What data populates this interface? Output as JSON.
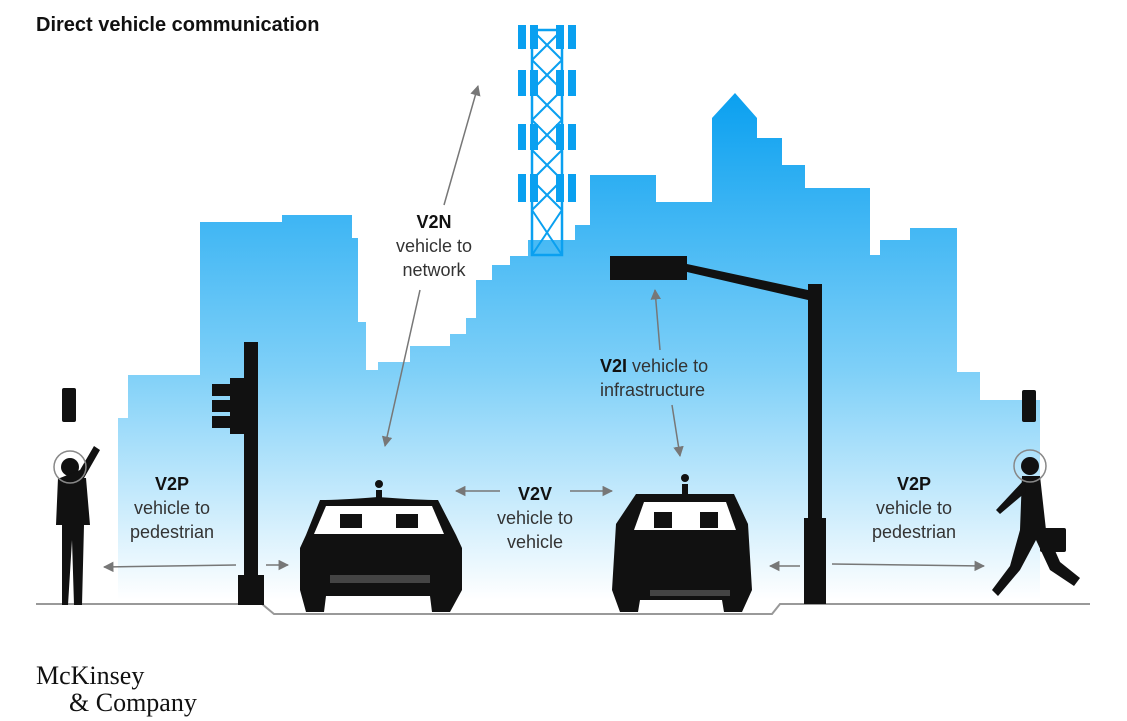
{
  "title": "Direct vehicle communication",
  "labels": {
    "v2n": {
      "code": "V2N",
      "line1": "vehicle to",
      "line2": "network"
    },
    "v2i": {
      "code": "V2I",
      "line1": "vehicle to",
      "line2": "infrastructure"
    },
    "v2v": {
      "code": "V2V",
      "line1": "vehicle to",
      "line2": "vehicle"
    },
    "v2p_left": {
      "code": "V2P",
      "line1": "vehicle to",
      "line2": "pedestrian"
    },
    "v2p_right": {
      "code": "V2P",
      "line1": "vehicle to",
      "line2": "pedestrian"
    }
  },
  "logo": {
    "line1": "McKinsey",
    "line2": "& Company"
  },
  "colors": {
    "sky_top": "#0aa0f0",
    "sky_bottom": "#ffffff",
    "silhouette": "#111111",
    "arrow": "#777777",
    "text": "#333333"
  }
}
